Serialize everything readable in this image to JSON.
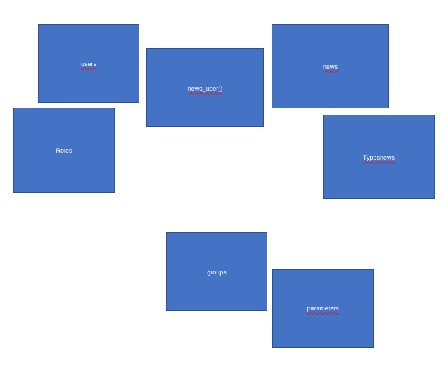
{
  "diagram": {
    "background": "#ffffff",
    "box_fill": "#4472c4",
    "box_border": "#2f528f",
    "text_color": "#ffffff",
    "spellcheck_underline": "#e81123",
    "boxes": [
      {
        "id": "users",
        "label": "users",
        "spellcheck_flag": true
      },
      {
        "id": "news_user",
        "label": "news_user()",
        "spellcheck_flag": true
      },
      {
        "id": "news",
        "label": "news",
        "spellcheck_flag": true
      },
      {
        "id": "roles",
        "label": "Roles",
        "spellcheck_flag": false
      },
      {
        "id": "typesnews",
        "label": "Typesnews",
        "spellcheck_flag": true
      },
      {
        "id": "groups",
        "label": "groups",
        "spellcheck_flag": false
      },
      {
        "id": "parameters",
        "label": "parameters",
        "spellcheck_flag": true
      }
    ]
  }
}
